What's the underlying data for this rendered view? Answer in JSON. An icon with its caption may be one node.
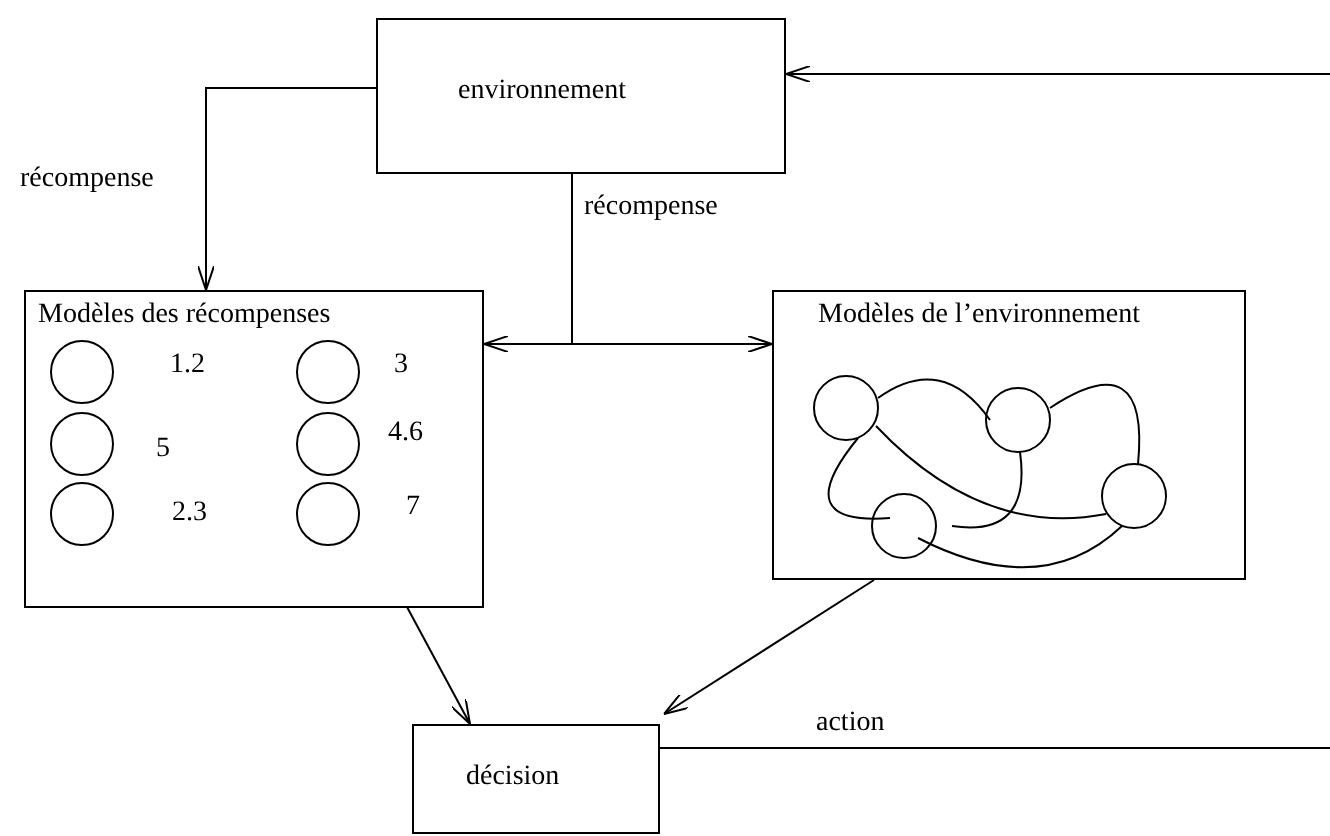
{
  "diagram": {
    "nodes": [
      {
        "text": [
          "environnement"
        ]
      },
      {
        "text": [
          "Modèles des récompenses"
        ]
      },
      {
        "text": [],
        "shape": "circle",
        "in": 1,
        "beside": [
          "1.2"
        ]
      },
      {
        "text": [],
        "shape": "circle",
        "in": 1,
        "beside": [
          "3"
        ]
      },
      {
        "text": [],
        "shape": "circle",
        "in": 1,
        "beside": [
          "5"
        ]
      },
      {
        "text": [],
        "shape": "circle",
        "in": 1,
        "beside": [
          "4.6"
        ]
      },
      {
        "text": [],
        "shape": "circle",
        "in": 1,
        "beside": [
          "2.3"
        ]
      },
      {
        "text": [],
        "shape": "circle",
        "in": 1,
        "beside": [
          "7"
        ]
      },
      {
        "text": [
          "Modèles de l’environnement"
        ]
      },
      {
        "text": [
          "décision"
        ]
      }
    ],
    "edges": [
      {
        "from": 0,
        "to": 1,
        "arrow": "to",
        "label": "récompense"
      },
      {
        "from": 0,
        "to": 1,
        "arrow": "to",
        "label": "récompense"
      },
      {
        "from": 0,
        "to": 8,
        "arrow": "to"
      },
      {
        "from": 1,
        "to": 9,
        "arrow": "to"
      },
      {
        "from": 8,
        "to": 9,
        "arrow": "to"
      },
      {
        "from": 9,
        "to": 0,
        "arrow": "to",
        "label": "action"
      }
    ]
  }
}
